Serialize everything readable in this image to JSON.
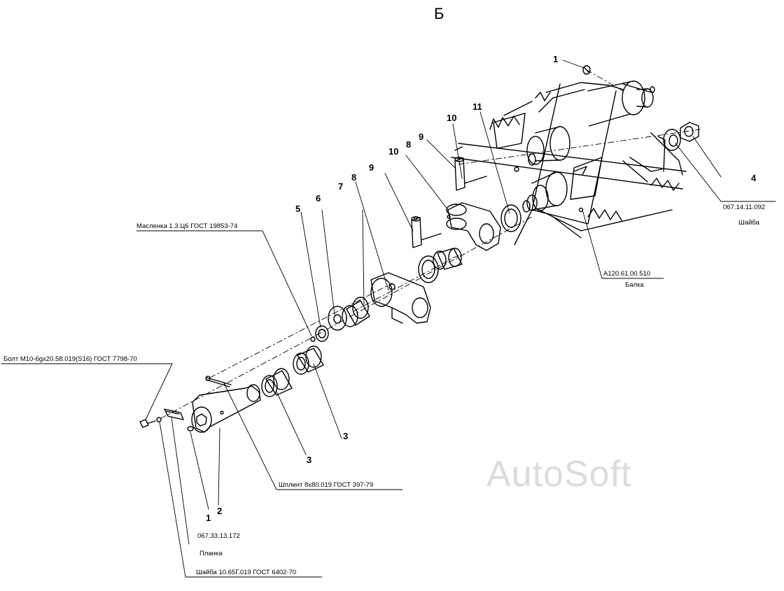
{
  "section_letter": "Б",
  "watermark": "AutoSoft",
  "callouts": {
    "n1_top": "1",
    "n4": "4",
    "n11": "11",
    "n10_top": "10",
    "n9_top": "9",
    "n8_top": "8",
    "n10_mid": "10",
    "n9_mid": "9",
    "n8_mid": "8",
    "n7": "7",
    "n6": "6",
    "n5": "5",
    "n3_right": "3",
    "n3_left": "3",
    "n2": "2",
    "n1_bottom": "1"
  },
  "labels": {
    "maslenka": "Масленка 1.3.Ц6 ГОСТ 19853-74",
    "bolt": "Болт М10-6gх20.58.019(S16) ГОСТ 7798-70",
    "shplint": "Шплинт 8х80.019 ГОСТ 397-79",
    "planka_code": "067.33.13.172",
    "planka": "Планка",
    "shaiba_bottom": "Шайба 10.65Г.019 ГОСТ 6402-70",
    "balka_code": "А120.61.00.510",
    "balka": "Балка",
    "shaiba_code": "067.14.11.092",
    "shaiba": "Шайба"
  }
}
